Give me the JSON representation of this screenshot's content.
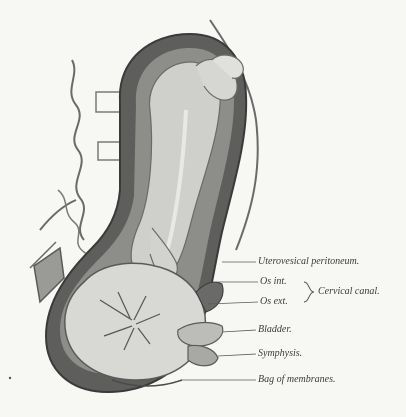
{
  "figure": {
    "labels": {
      "uterovesical_peritoneum": "Uterovesical peritoneum.",
      "os_int": "Os int.",
      "os_ext": "Os ext.",
      "cervical_canal": "Cervical canal.",
      "bladder": "Bladder.",
      "symphysis": "Symphysis.",
      "bag_of_membranes": "Bag of membranes."
    },
    "colors": {
      "background": "#f7f7f4",
      "uterine_wall": "#5a5a5a",
      "cavity": "#8a8a8a",
      "fetus": "#d0d0cc",
      "ink": "#3a3a3a"
    }
  }
}
